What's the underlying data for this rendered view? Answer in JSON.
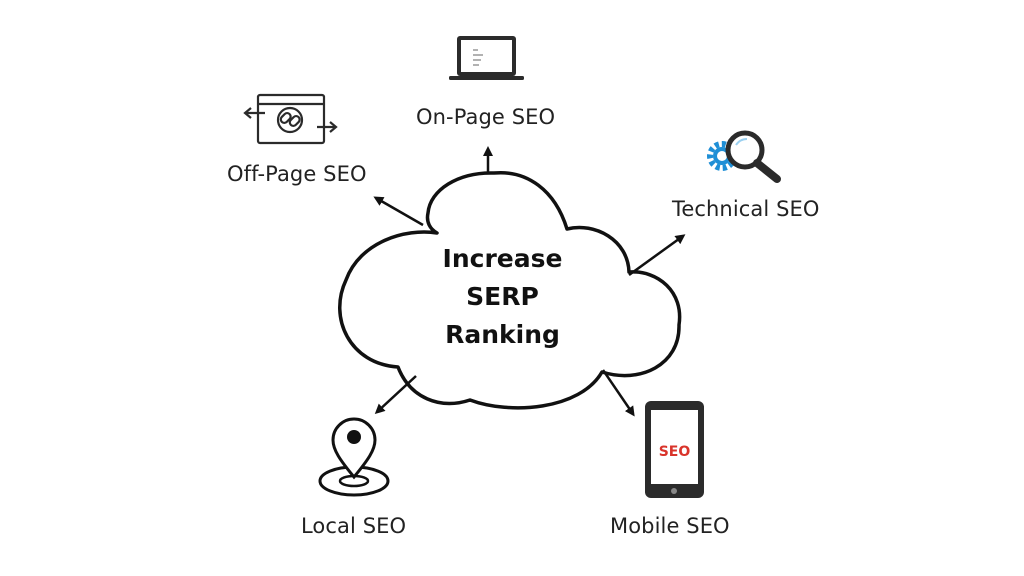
{
  "center": {
    "lines": [
      "Increase",
      "SERP",
      "Ranking"
    ]
  },
  "nodes": {
    "on_page": "On-Page SEO",
    "off_page": "Off-Page SEO",
    "technical": "Technical SEO",
    "local": "Local SEO",
    "mobile": "Mobile SEO"
  },
  "icons": {
    "on_page": "laptop-icon",
    "off_page": "link-browser-icon",
    "technical": "gear-magnifier-icon",
    "local": "map-pin-icon",
    "mobile": "smartphone-icon",
    "mobile_screen_text": "SEO"
  },
  "colors": {
    "stroke": "#111111",
    "gear": "#1f8fd6",
    "mobile_text": "#d9342b"
  }
}
